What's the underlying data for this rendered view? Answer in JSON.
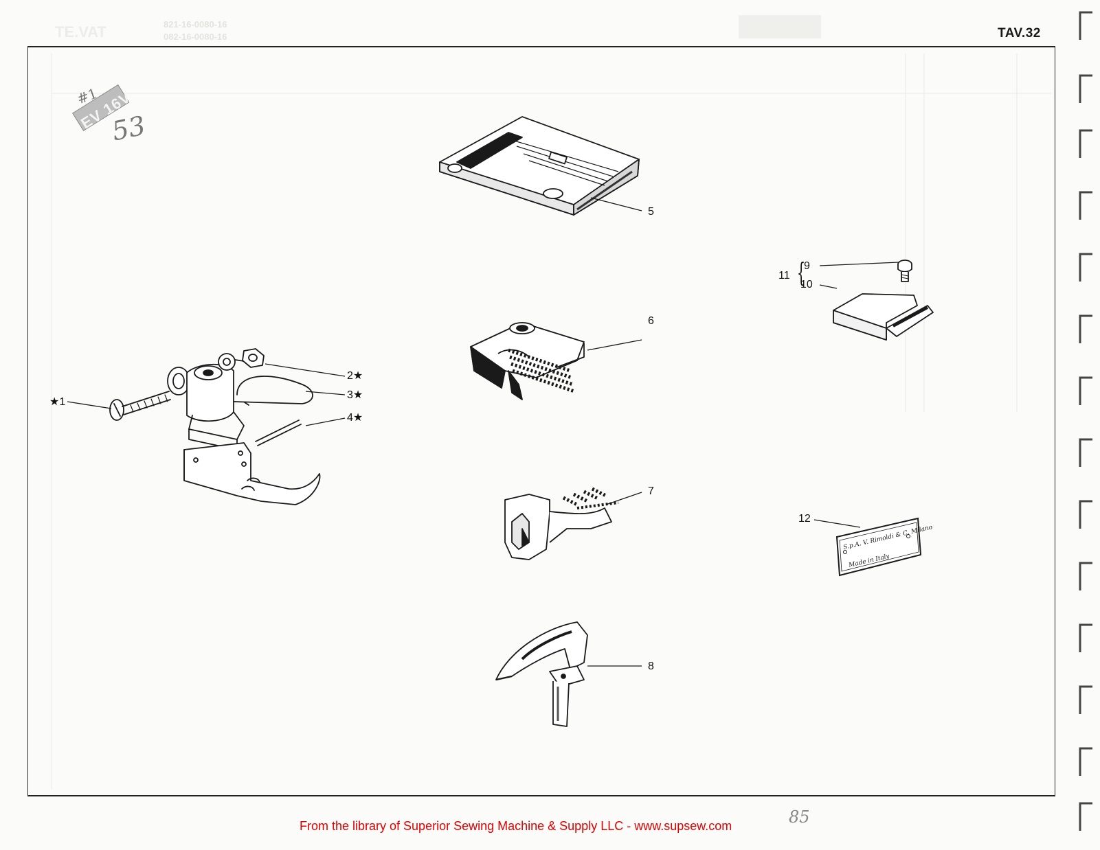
{
  "page": {
    "plate_title": "TAV.32",
    "footer": "From the library of Superior Sewing Machine & Supply LLC - www.supsew.com"
  },
  "handwriting": {
    "stamp_text": "EV 16V",
    "stamp_mark": "#1",
    "note": "53",
    "page_number": "85"
  },
  "callouts": {
    "c1": "★1",
    "c2": "2★",
    "c3": "3★",
    "c4": "4★",
    "c5": "5",
    "c6": "6",
    "c7": "7",
    "c8": "8",
    "c9": "9",
    "c10": "10",
    "c11": "11",
    "c12": "12"
  },
  "nameplate": {
    "line1": "S.p.A. V. Rimoldi & C. Milano",
    "line2": "Made in Italy"
  },
  "colors": {
    "ink": "#1a1a1a",
    "footer": "#e00000",
    "stamp": "#9a9a9a"
  }
}
